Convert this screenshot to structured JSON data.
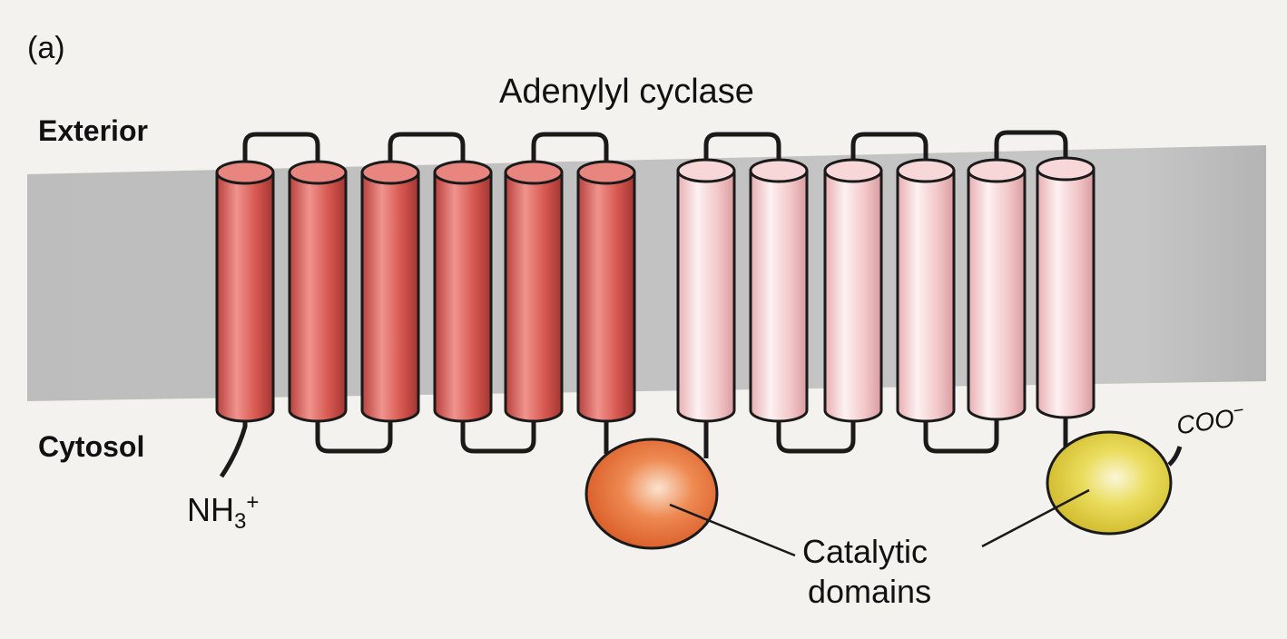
{
  "figure": {
    "panel_label": "(a)",
    "title": "Adenylyl cyclase",
    "exterior_label": "Exterior",
    "cytosol_label": "Cytosol",
    "n_terminus": {
      "base": "NH",
      "subscript": "3",
      "superscript": "+"
    },
    "c_terminus": {
      "base": "COO",
      "superscript": "−"
    },
    "catalytic_label": {
      "line1": "Catalytic",
      "line2": "domains"
    }
  },
  "colors": {
    "membrane": "#c3c3c3",
    "helix_dark": "#d85a55",
    "helix_light": "#f3c6c8",
    "catalytic_domain_1": "#e8703a",
    "catalytic_domain_2": "#e2cf35",
    "loop": "#1a1a1a"
  },
  "structure": {
    "helix_groups": [
      {
        "shade": "dark",
        "helix_count": 6
      },
      {
        "shade": "light",
        "helix_count": 6
      }
    ]
  }
}
